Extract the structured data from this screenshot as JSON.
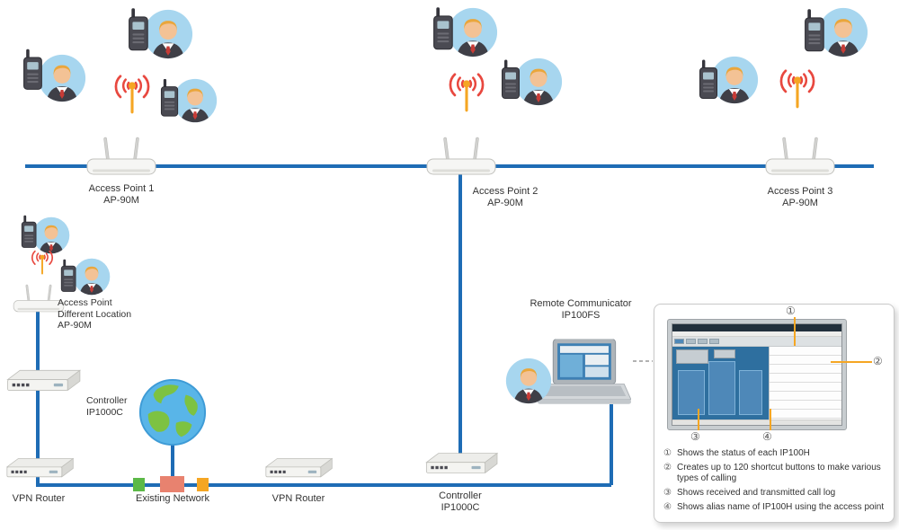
{
  "diagram": {
    "access_points": {
      "ap1": {
        "name": "Access Point 1",
        "model": "AP-90M"
      },
      "ap2": {
        "name": "Access Point 2",
        "model": "AP-90M"
      },
      "ap3": {
        "name": "Access Point 3",
        "model": "AP-90M"
      },
      "ap_remote": {
        "name": "Access Point",
        "location": "Different Location",
        "model": "AP-90M"
      }
    },
    "devices": {
      "controller_left": {
        "name": "Controller",
        "model": "IP1000C"
      },
      "controller_bottom": {
        "name": "Controller",
        "model": "IP1000C"
      },
      "vpn_router_left": {
        "name": "VPN Router"
      },
      "vpn_router_mid": {
        "name": "VPN Router"
      },
      "existing_network": {
        "name": "Existing Network"
      },
      "remote_communicator": {
        "name": "Remote Communicator",
        "model": "IP100FS"
      }
    }
  },
  "panel": {
    "callouts": {
      "c1": "①",
      "c2": "②",
      "c3": "③",
      "c4": "④"
    },
    "legend": [
      {
        "num": "①",
        "text": "Shows the status of each IP100H"
      },
      {
        "num": "②",
        "text": "Creates up to 120 shortcut buttons to make various types of calling"
      },
      {
        "num": "③",
        "text": "Shows received and transmitted call log"
      },
      {
        "num": "④",
        "text": "Shows alias name of IP100H using the access point"
      }
    ]
  },
  "colors": {
    "network_line": "#1E6CB5",
    "callout_orange": "#F5A623",
    "wifi_wave_red": "#E8483F",
    "existing_green": "#5CB947",
    "existing_salmon": "#E8826F",
    "existing_orange": "#F5A623"
  }
}
